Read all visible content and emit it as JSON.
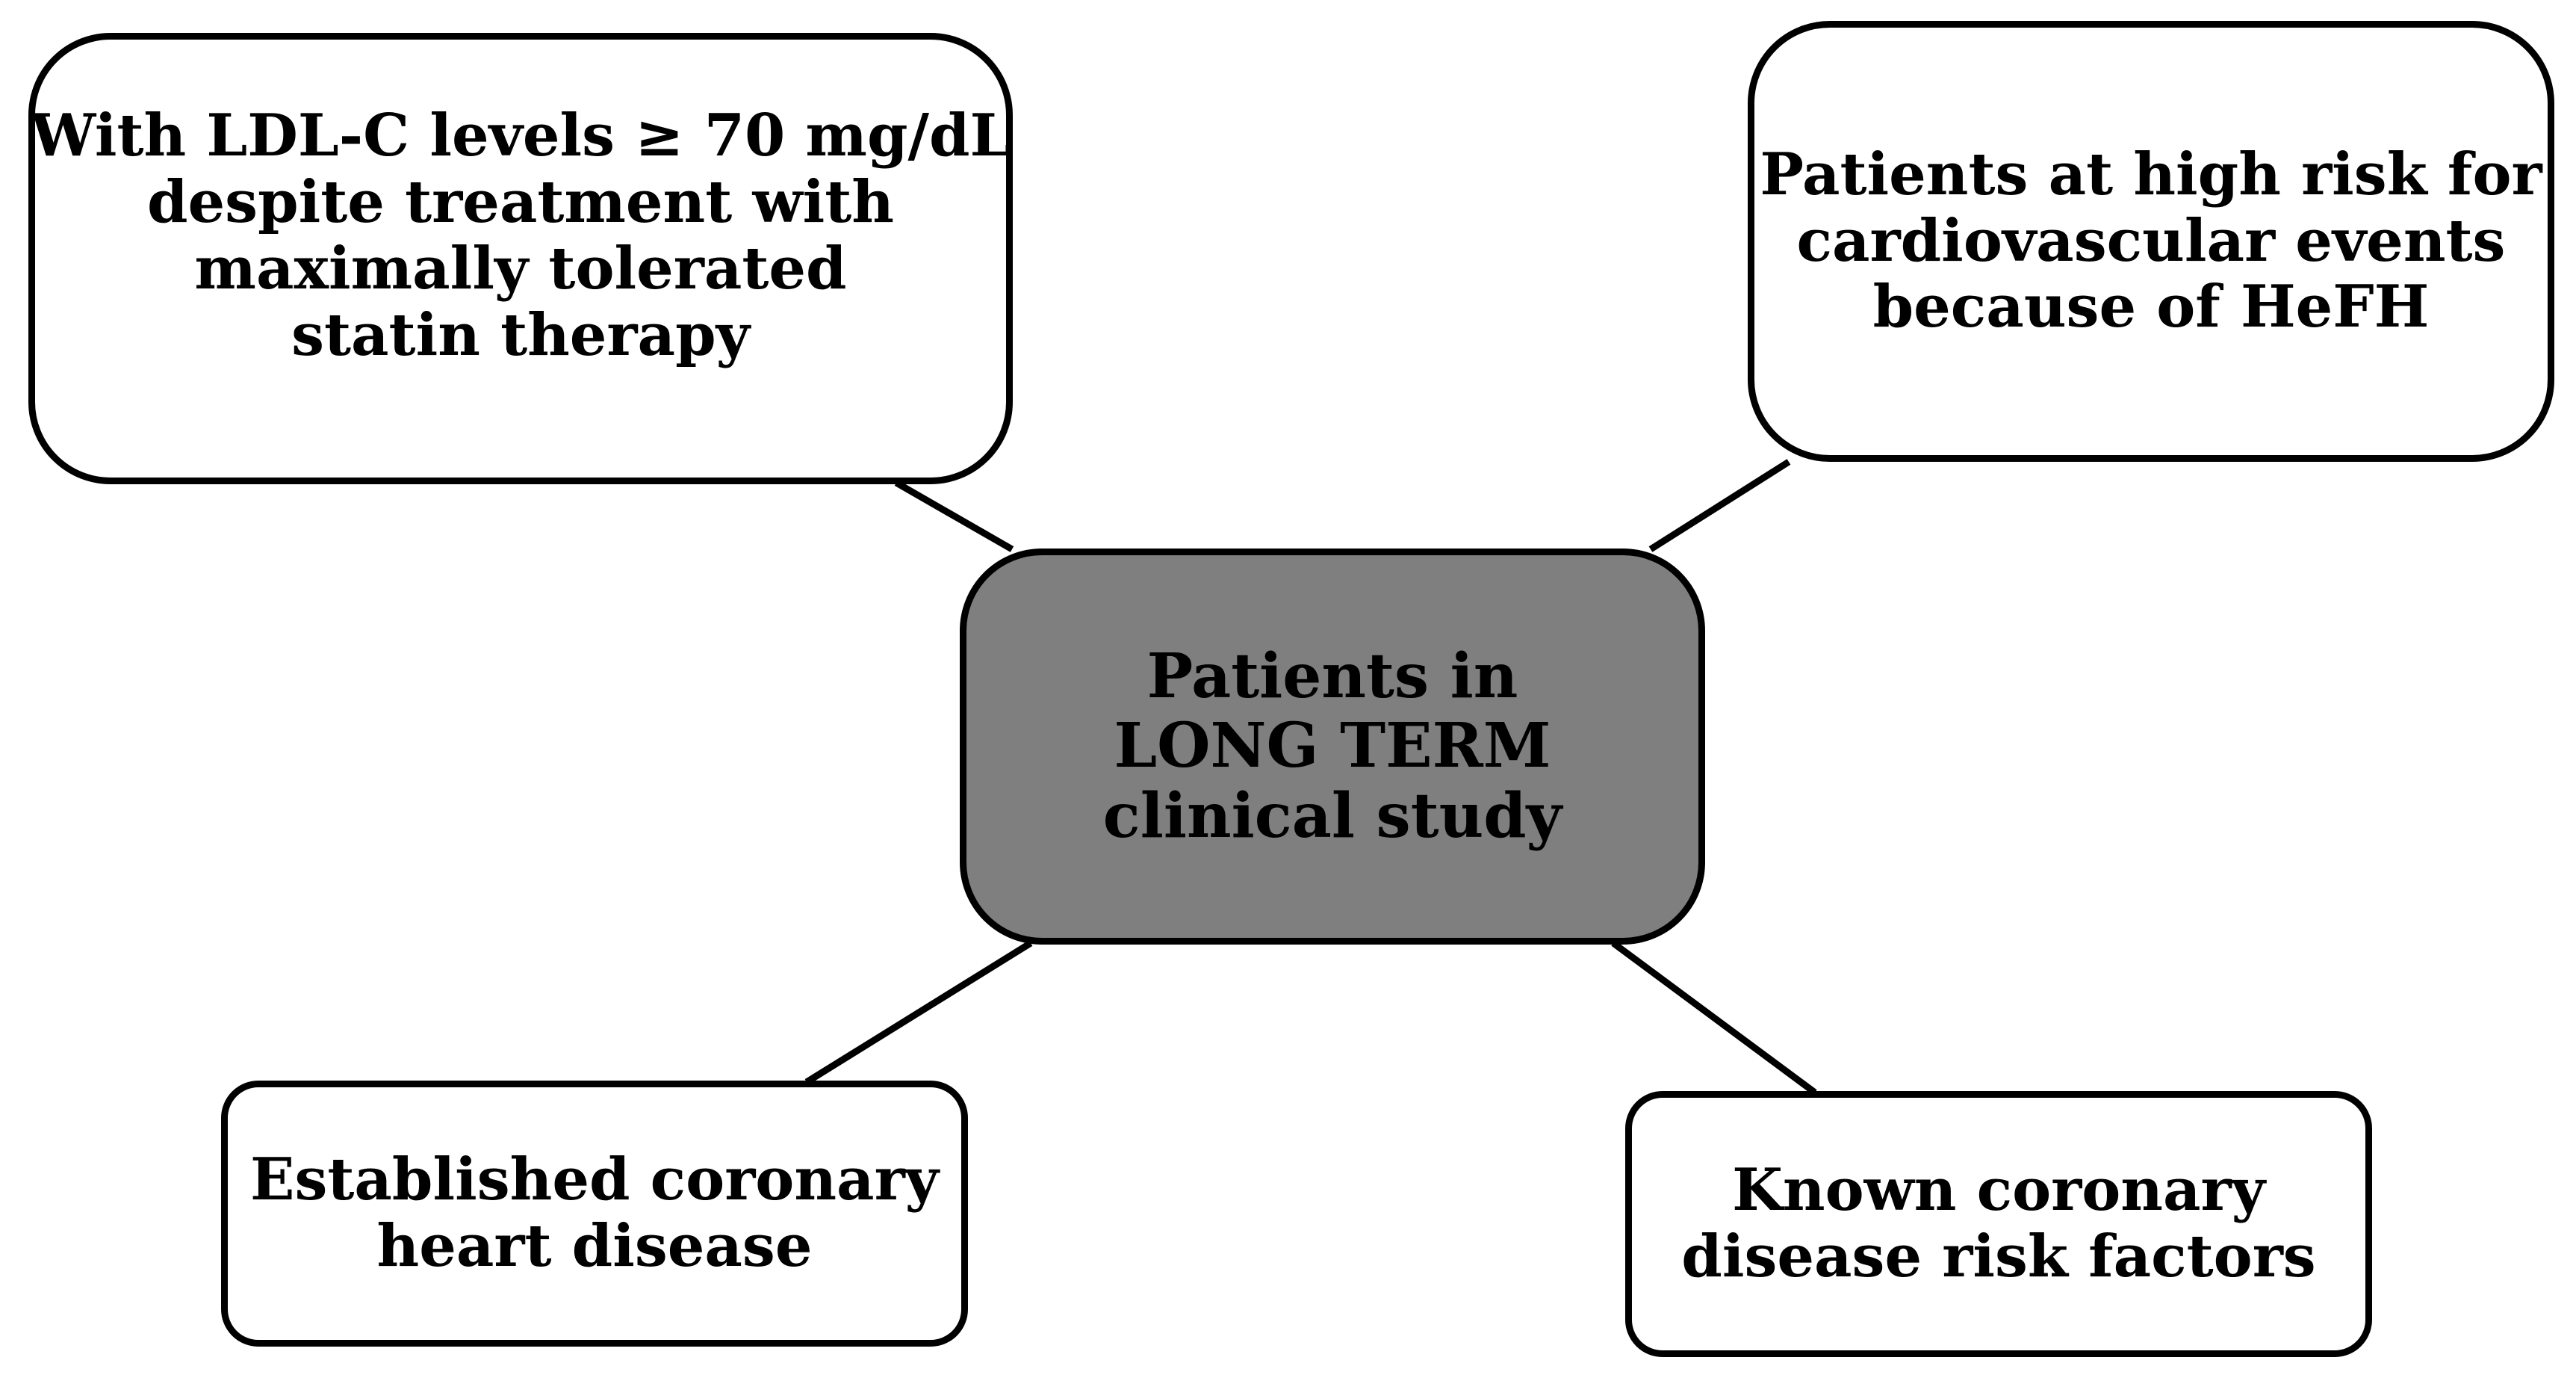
{
  "diagram": {
    "center": {
      "lines": [
        "Patients in",
        "LONG TERM",
        "clinical study"
      ]
    },
    "top_left": {
      "lines": [
        "With LDL-C levels ≥ 70 mg/dL",
        "despite treatment with",
        "maximally tolerated",
        "statin therapy"
      ]
    },
    "top_right": {
      "lines": [
        "Patients at high risk for",
        "cardiovascular events",
        "because of HeFH"
      ]
    },
    "bottom_left": {
      "lines": [
        "Established coronary",
        "heart disease"
      ]
    },
    "bottom_right": {
      "lines": [
        "Known coronary",
        "disease risk factors"
      ]
    }
  },
  "colors": {
    "center_fill": "#7f7f7f",
    "box_fill": "#ffffff",
    "stroke": "#000000"
  }
}
